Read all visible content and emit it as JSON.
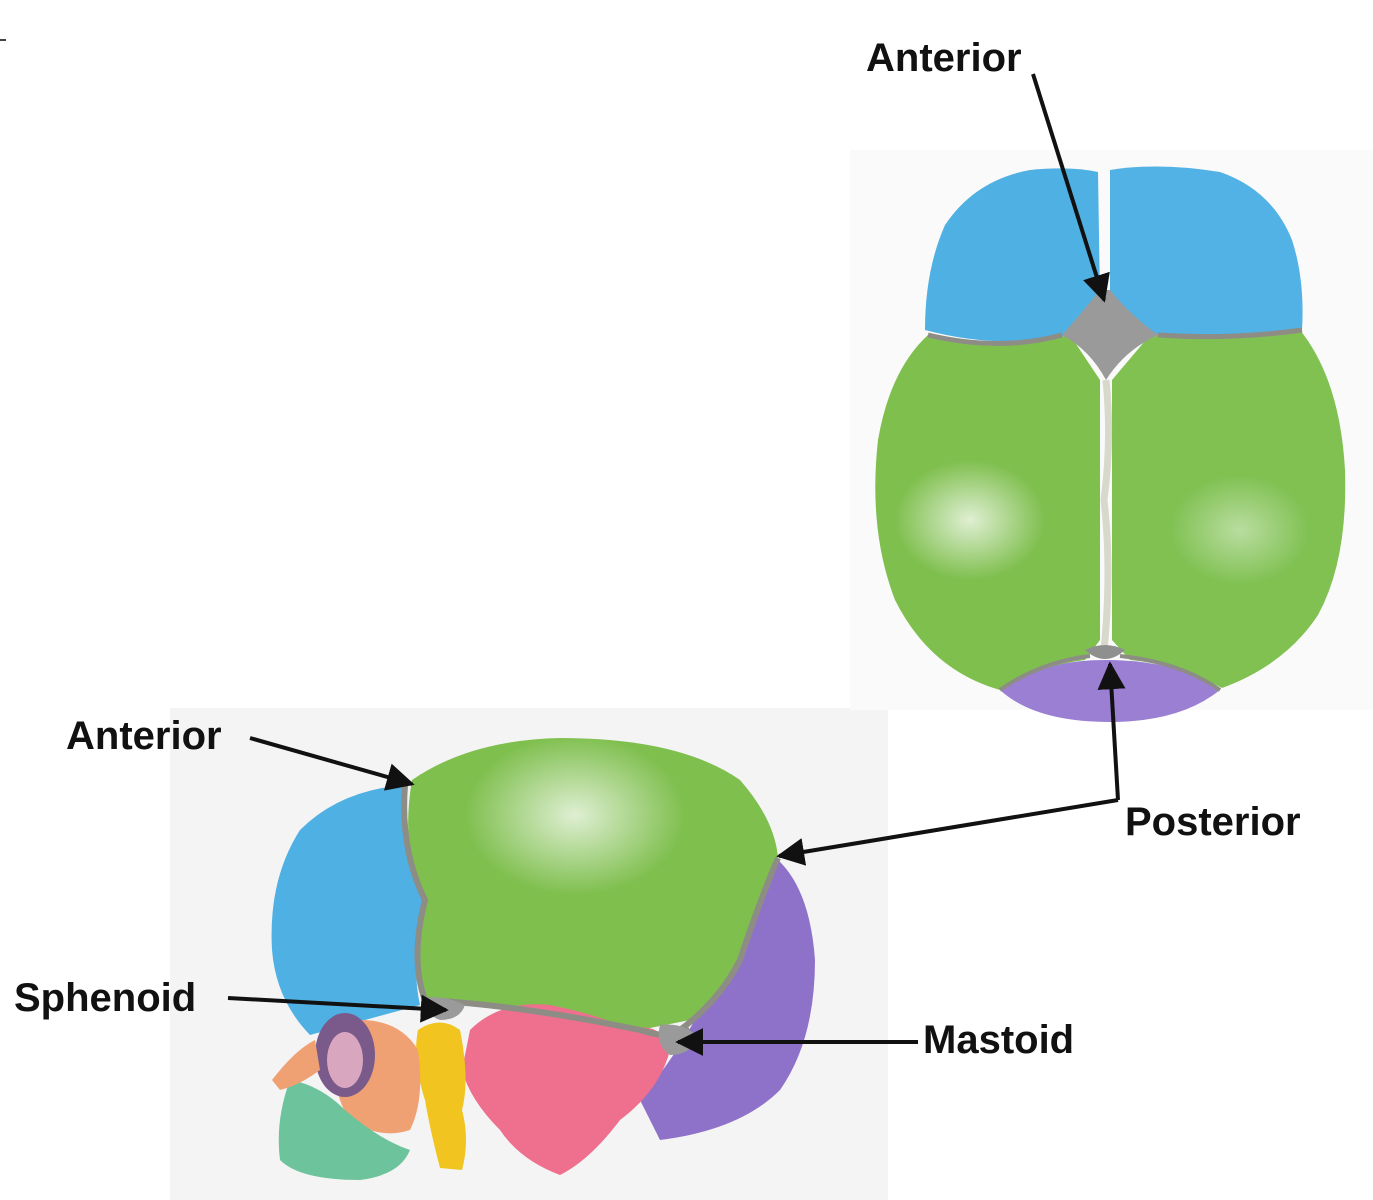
{
  "labels": {
    "anterior_top": "Anterior",
    "anterior_side": "Anterior",
    "posterior": "Posterior",
    "sphenoid": "Sphenoid",
    "mastoid": "Mastoid"
  },
  "colors": {
    "frontal": "#4fb0e4",
    "parietal": "#7fbf4e",
    "occipital": "#8e72c9",
    "temporal": "#ee6f8e",
    "sphenoid": "#f2c41f",
    "zygomatic": "#f0a173",
    "maxilla": "#6dc39c",
    "fontanelle": "#9a9a9a"
  }
}
